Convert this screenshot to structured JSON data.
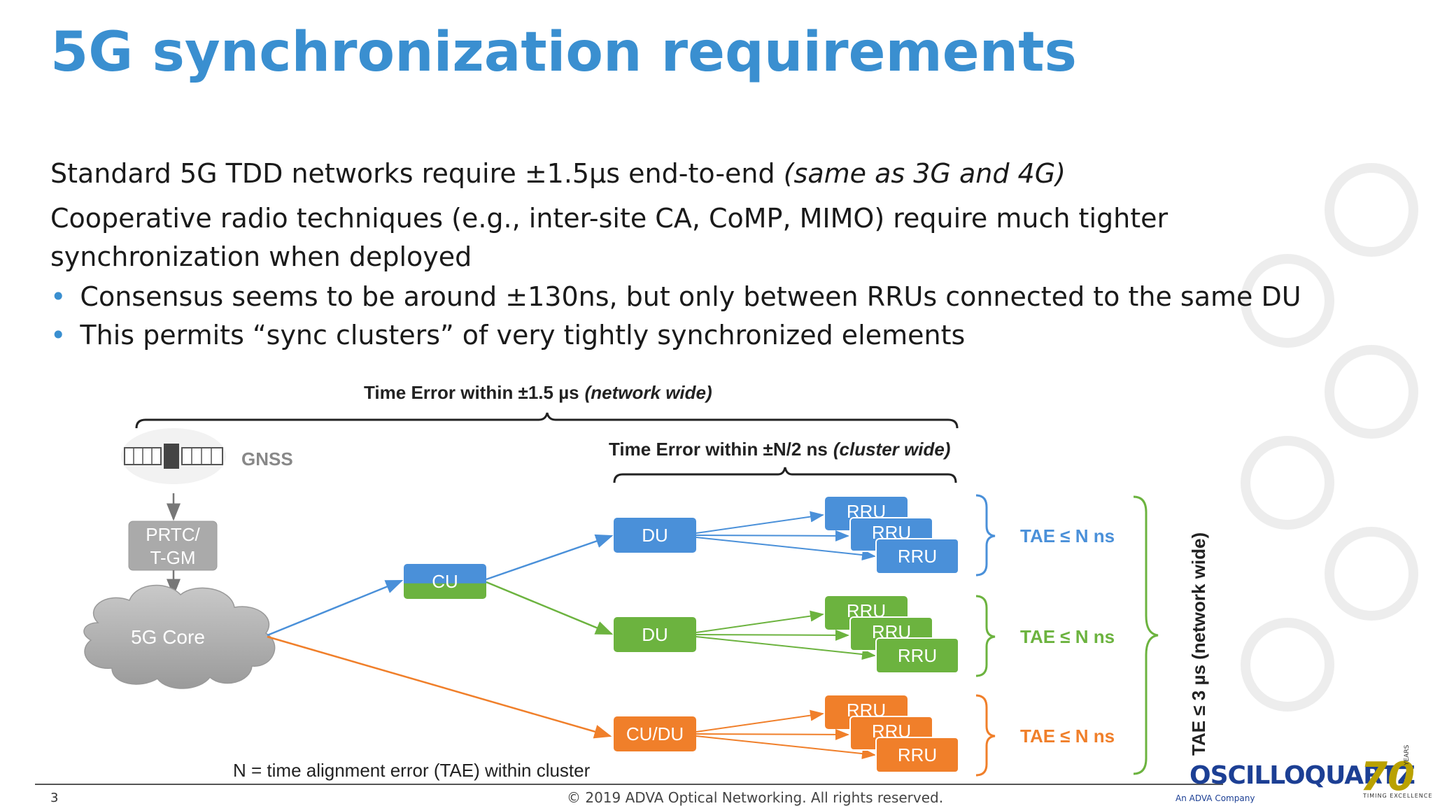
{
  "slide": {
    "title": "5G synchronization requirements",
    "line1_main": "Standard 5G TDD networks require ±1.5µs end-to-end ",
    "line1_italic": "(same as 3G and 4G)",
    "line2": "Cooperative radio techniques (e.g., inter-site CA, CoMP, MIMO) require much tighter",
    "line3": "synchronization when deployed",
    "bullets": [
      "Consensus seems to be around ±130ns, but only between RRUs connected to the same DU",
      "This permits “sync clusters” of very tightly synchronized elements"
    ],
    "bullet_glyph": "•"
  },
  "diagram": {
    "top_brace_label": "Time Error within ±1.5 µs",
    "top_brace_italic": "(network wide)",
    "cluster_brace_label": "Time Error within ±N/2 ns",
    "cluster_brace_italic": "(cluster wide)",
    "gnss_label": "GNSS",
    "prtc_line1": "PRTC/",
    "prtc_line2": "T-GM",
    "core_label": "5G Core",
    "cu_label": "CU",
    "du_label": "DU",
    "cudu_label": "CU/DU",
    "rru_label": "RRU",
    "tae_label": "TAE ≤ N ns",
    "network_tae_label": "TAE ≤ 3 µs (network wide)",
    "footnote": "N = time alignment error (TAE) within cluster",
    "colors": {
      "blue": "#4a90d9",
      "green": "#6cb33f",
      "orange": "#f07f2a",
      "grey": "#a9a9a9"
    }
  },
  "footer": {
    "page_number": "3",
    "copyright": "© 2019 ADVA Optical Networking. All rights reserved.",
    "logo_text": "OSCILLOQUARTZ",
    "logo_sub": "An ADVA Company",
    "logo_70": "70",
    "logo_years": "YEARS",
    "logo_timing": "TIMING EXCELLENCE"
  }
}
